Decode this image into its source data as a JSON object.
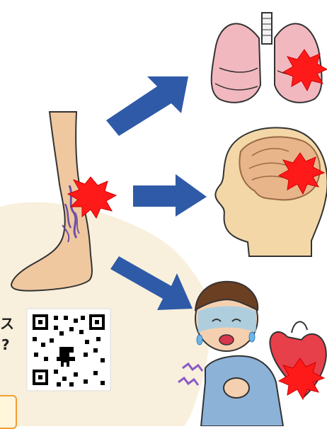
{
  "scene": {
    "left_text_line1": "ス",
    "left_text_line2": "?",
    "colors": {
      "bg_blob": "#f8f0dc",
      "skin": "#f0c9a0",
      "arrow": "#2f5aa8",
      "burst": "#ff1a1a",
      "lung": "#f2b8bf",
      "brain": "#f3d7a7",
      "shirt": "#8db2d8"
    },
    "icons": [
      "leg-illustration",
      "lungs-illustration",
      "brain-head-illustration",
      "person-illustration",
      "heart-illustration",
      "qr-code-icon",
      "arrow-icon",
      "burst-icon"
    ]
  }
}
